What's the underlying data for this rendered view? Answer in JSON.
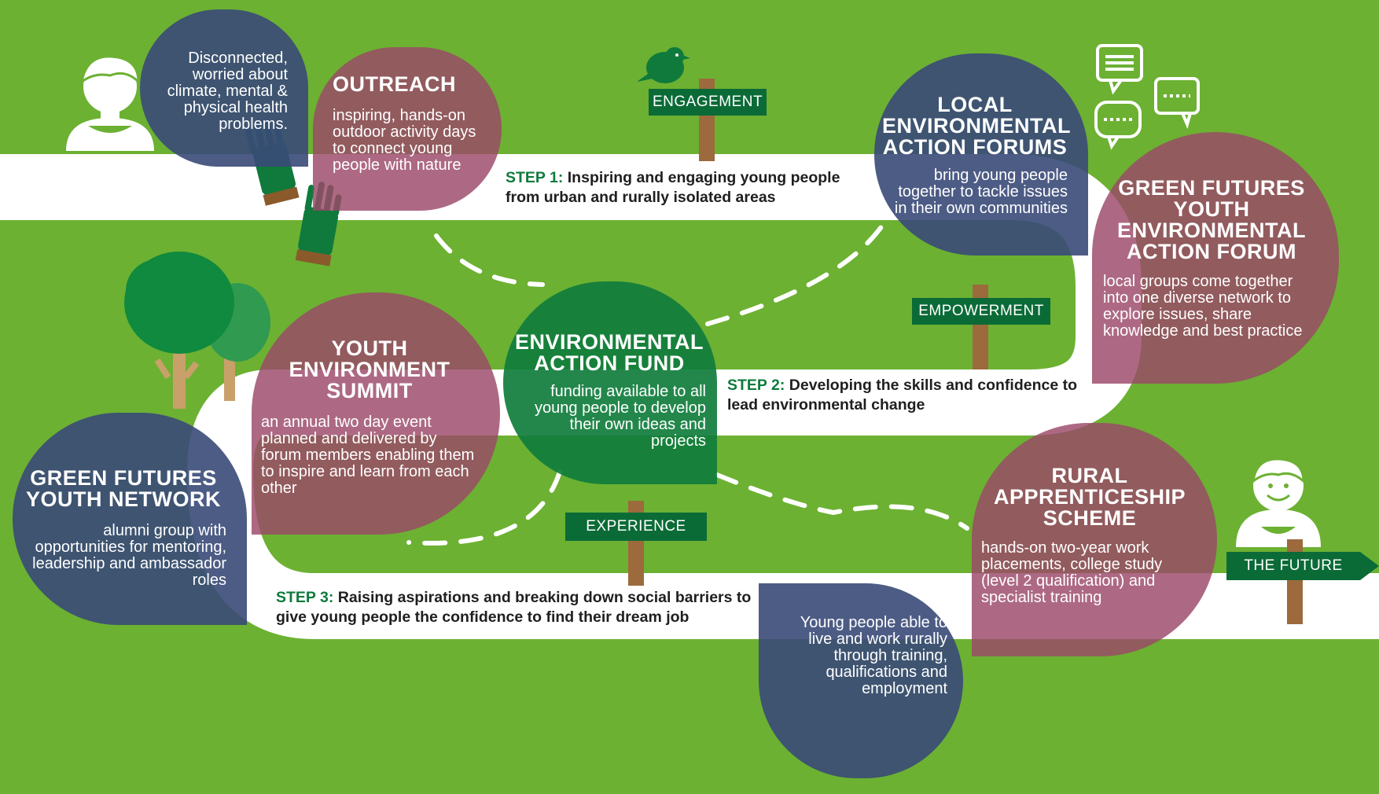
{
  "colors": {
    "background": "#6cb132",
    "path": "#ffffff",
    "bubble_blue": "#3a4a78",
    "bubble_plum": "#9b4868",
    "bubble_green": "#107d3c",
    "sign_green": "#0b6b37",
    "post_brown": "#9c6a3c",
    "step_label": "#0f7a3c"
  },
  "start_person": {
    "text": "Disconnected, worried about climate, mental & physical health problems.",
    "icon": "person-icon"
  },
  "outreach": {
    "title": "OUTREACH",
    "body": "inspiring, hands-on outdoor activity days to connect young people with nature",
    "icon": "gloves-icon"
  },
  "signs": {
    "engagement": "ENGAGEMENT",
    "empowerment": "EMPOWERMENT",
    "experience": "EXPERIENCE",
    "future": "THE FUTURE"
  },
  "steps": [
    {
      "label": "STEP 1:",
      "text": "Inspiring and engaging young people from urban and rurally isolated areas"
    },
    {
      "label": "STEP 2:",
      "text": "Developing the skills and confidence to lead environmental change"
    },
    {
      "label": "STEP 3:",
      "text": "Raising aspirations and breaking down social barriers to give young people the confidence to find their dream job"
    }
  ],
  "local_forums": {
    "title": "LOCAL ENVIRONMENTAL ACTION FORUMS",
    "body": "bring young people together to tackle issues in their own communities",
    "icon": "speech-bubbles-icon"
  },
  "youth_forum": {
    "title": "GREEN FUTURES YOUTH ENVIRONMENTAL ACTION FORUM",
    "body": "local groups come together into one diverse network to explore issues, share knowledge and best practice"
  },
  "action_fund": {
    "title": "ENVIRONMENTAL ACTION FUND",
    "body": "funding available to all young people to develop their own ideas and projects"
  },
  "summit": {
    "title": "YOUTH ENVIRONMENT SUMMIT",
    "body": "an annual two day event planned and delivered by forum members enabling them to inspire and learn from each other",
    "icon": "trees-icon"
  },
  "network": {
    "title": "GREEN FUTURES YOUTH NETWORK",
    "body": "alumni group with opportunities for mentoring, leadership and ambassador roles"
  },
  "apprenticeship": {
    "title": "RURAL APPRENTICESHIP SCHEME",
    "body": "hands-on two-year work placements, college study (level 2 qualification) and specialist training"
  },
  "outcome": {
    "text": "Young people able to live and work rurally through training, qualifications and employment",
    "icon": "happy-person-icon"
  }
}
